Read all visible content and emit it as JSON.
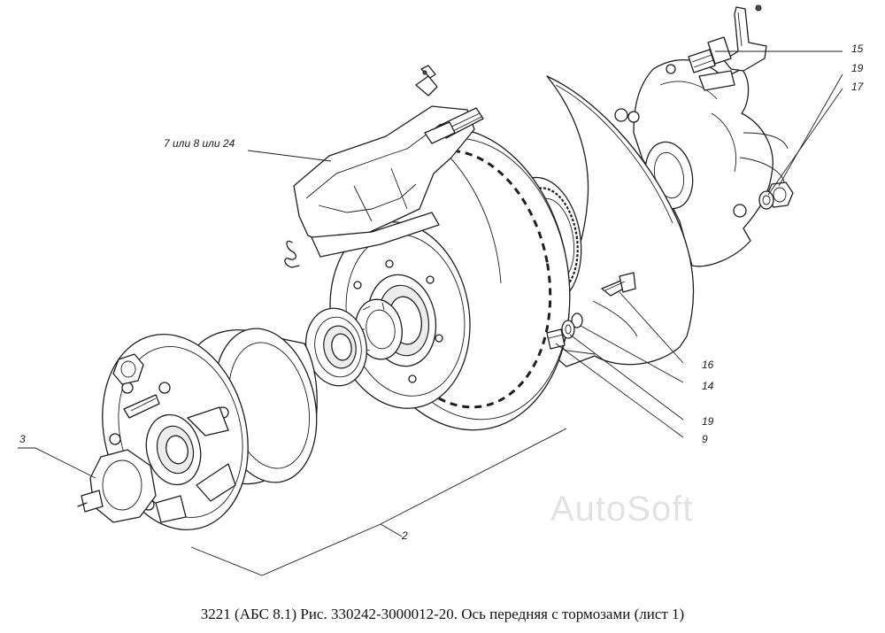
{
  "caption": "3221 (АБС 8.1) Рис. 330242-3000012-20. Ось передняя с тормозами (лист 1)",
  "watermark": "AutoSoft",
  "callouts": {
    "c15": "15",
    "c19_top": "19",
    "c17": "17",
    "c7_8_24": "7 или 8 или 24",
    "c16": "16",
    "c14": "14",
    "c19_bottom": "19",
    "c9": "9",
    "c3": "3",
    "c2": "2"
  }
}
